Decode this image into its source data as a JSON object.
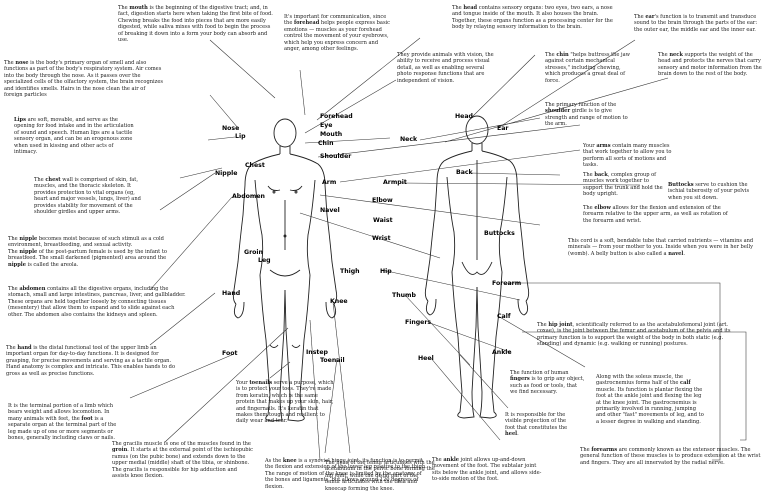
{
  "labels": {
    "forehead": "Forehead",
    "eye": "Eye",
    "mouth": "Mouth",
    "chin": "Chin",
    "nose": "Nose",
    "lip": "Lip",
    "chest": "Chest",
    "nipple": "Nipple",
    "abdomen": "Abdomen",
    "groin": "Groin",
    "leg": "Leg",
    "thigh": "Thigh",
    "knee": "Knee",
    "hand": "Hand",
    "instep": "Instep",
    "toenail": "Toenail",
    "foot": "Foot",
    "head": "Head",
    "ear": "Ear",
    "neck": "Neck",
    "shoulder": "Shoulder",
    "arm": "Arm",
    "armpit": "Armpit",
    "back": "Back",
    "elbow": "Elbow",
    "navel": "Navel",
    "waist": "Waist",
    "wrist": "Wrist",
    "buttocks": "Buttocks",
    "hip": "Hip",
    "thumb": "Thumb",
    "forearm": "Forearm",
    "fingers": "Fingers",
    "calf": "Calf",
    "heel": "Heel",
    "ankle": "Ankle"
  },
  "notes": {
    "mouth": {
      "t": "mouth",
      "rest": " is the beginning of the digestive tract; and, in fact, digestion starts here when taking the first bite of food. Chewing breaks the food into pieces that are more easily digested, while saliva mixes with food to begin the process of breaking it down into a form your body can absorb and use.",
      "pre": "The "
    },
    "forehead": {
      "pre": "It's important for communication, since the ",
      "t": "forehead",
      "rest": " helps people express basic emotions — muscles as your forehead control the movement of your eyebrows, which help you express concern and anger, among other feelings."
    },
    "head": {
      "pre": "The ",
      "t": "head",
      "rest": " contains sensory organs: two eyes, two ears, a nose and tongue inside of the mouth. It also houses the brain. Together, these organs function as a processing center for the body by relaying sensory information to the brain."
    },
    "ear": {
      "pre": "The ",
      "t": "ear",
      "rest": "'s function is to transmit and transduce sound to the brain through the parts of the ear: the outer ear, the middle ear and the inner ear."
    },
    "nose": {
      "pre": "The ",
      "t": "nose",
      "rest": " is the body's primary organ of smell and also functions as part of the body's respiratory system. Air comes into the body through the nose. As it passes over the specialized cells of the olfactory system, the brain recognizes and identifies smells. Hairs in the nose clean the air of foreign particles"
    },
    "eye": {
      "pre": "",
      "t": "",
      "rest": "They provide animals with vision, the ability to receive and process visual detail, as well as enabling several photo response functions that are independent of vision."
    },
    "chin": {
      "pre": "The ",
      "t": "chin",
      "rest": " \"helps buttress the jaw against certain mechanical stresses,\" including chewing, which produces a great deal of force."
    },
    "neck": {
      "pre": "The ",
      "t": "neck",
      "rest": " supports the weight of the head and protects the nerves that carry sensory and motor information from the brain down to the rest of the body."
    },
    "lips": {
      "pre": "",
      "t": "Lips",
      "rest": " are soft, movable, and serve as the opening for food intake and in the articulation of sound and speech. Human lips are a tactile sensory organ, and can be an erogenous zone when used in kissing and other acts of intimacy."
    },
    "shoulder": {
      "pre": "The primary function of the ",
      "t": "shoulder",
      "rest": " girdle is to give strength and range of motion to the arm."
    },
    "arms": {
      "pre": "Your ",
      "t": "arms",
      "rest": " contain many muscles that work together to allow you to perform all sorts of motions and tasks."
    },
    "buttocks": {
      "pre": "",
      "t": "Buttocks",
      "rest": " serve to cushion the ischial tuberosity of your pelvis when you sit down."
    },
    "back": {
      "pre": "The ",
      "t": "back",
      "rest": ", complex group of muscles work together to support the trunk and hold the body upright."
    },
    "chest": {
      "pre": "The ",
      "t": "chest",
      "rest": " wall is comprised of skin, fat, muscles, and the thoracic skeleton. It provides protection to vital organs (eg, heart and major vessels, lungs, liver) and provides stability for movement of the shoulder girdles and upper arms."
    },
    "elbow": {
      "pre": "The ",
      "t": "elbow",
      "rest": " allows for the flexion and extension of the forearm relative to the upper arm, as well as rotation of the forearm and wrist."
    },
    "nipple": {
      "pre": "The ",
      "t": "nipple",
      "rest": " becomes moist because of such stimuli as a cold environment, breastfeeding, and sexual activity.",
      "pre2": "The ",
      "t2": "nipple",
      "rest2": " of the post-partum female is used by the infant to breastfeed. The small darkened (pigmented) area around the ",
      "t3": "nipple",
      "rest3": " is called the areola."
    },
    "navel": {
      "pre": "This cord is a soft, bendable tube that carried nutrients — vitamins and minerals — from your mother to you. Inside when you were in her belly (womb). A belly button is also called a ",
      "t": "navel",
      "rest": "."
    },
    "abdomen": {
      "pre": "The ",
      "t": "abdomen",
      "rest": " contains all the digestive organs, including the stomach, small and large intestines, pancreas, liver, and gallbladder. These organs are held together loosely by connecting tissues (mesentery) that allow them to expand and to slide against each other. The abdomen also contains the kidneys and spleen."
    },
    "hip": {
      "pre": "The ",
      "t": "hip joint",
      "rest": ", scientifically referred to as the acetabulofemoral joint (art. coxae), is the joint between the femur and acetabulum of the pelvis and its primary function is to support the weight of the body in both static (e.g. standing) and dynamic (e.g. walking or running) postures."
    },
    "hand": {
      "pre": "The ",
      "t": "hand",
      "rest": " is the distal functional tool of the upper limb an important organ for day-to-day functions. It is designed for grasping, for precise movements and serving as a tactile organ. Hand anatomy is complex and intricate. This enables hands to do gross as well as precise functions."
    },
    "fingers": {
      "pre": "The function of human ",
      "t": "fingers",
      "rest": " is to grip any object, such as food or tools, that we find necessary."
    },
    "calf": {
      "pre": "Along with the soleus muscle, the gastrocnemius forms half of the ",
      "t": "calf",
      "rest": " muscle. Its function is plantar flexing the foot at the ankle joint and flexing the leg at the knee joint. The gastrocnemius is primarily involved in running, jumping and other \"fast\" movements of leg, and to a lesser degree in walking and standing."
    },
    "foot": {
      "pre": "It is the terminal portion of a limb which bears weight and allows locomotion. In many animals with feet, the ",
      "t": "foot",
      "rest": " is a separate organ at the terminal part of the leg made up of one or more segments or bones, generally including claws or nails."
    },
    "toenails": {
      "pre": "Your ",
      "t": "toenails",
      "rest": " serve a purpose, which is to protect your toes. They're made from keratin, which is the same protein that makes up your skin, hair, and fingernails. It's keratin that makes them tough and resilient to daily wear and tear."
    },
    "thigh": {
      "pre": "The head of the femur articulates with the acetabulum in the pelvic bone forming the hip joint, while the distal part of the femur articulates with the tibia and kneecap forming the knee.",
      "t": "",
      "rest": ""
    },
    "heel": {
      "pre": "It is responsible for the visible projection of the foot that constitutes the ",
      "t": "heel",
      "rest": "."
    },
    "groin": {
      "pre": "The gracilis muscle is one of the muscles found in the ",
      "t": "groin",
      "rest": ". It starts at the external point of the ischiopubic ramus (on the pubic bone) and extends down to the upper medial (middle) shaft of the tibia, or shinbone. The gracilis is responsible for hip adduction and assists knee flexion."
    },
    "knee": {
      "pre": "As the ",
      "t": "knee",
      "rest": " is a synovial hinge joint, its function is to permit the flexion and extension of the lower leg relative to the thigh. The range of motion of the knee is limited by the anatomy of the bones and ligaments, but allows around 120 degrees of flexion."
    },
    "ankle": {
      "pre": "The ",
      "t": "ankle",
      "rest": " joint allows up-and-down movement of the foot. The subtalar joint sits below the ankle joint, and allows side-to-side motion of the foot."
    },
    "forearm": {
      "pre": "The ",
      "t": "forearms",
      "rest": " are commonly known as the extensor muscles. The general function of these muscles is to produce extension at the wrist and fingers. They are all innervated by the radial nerve."
    }
  }
}
